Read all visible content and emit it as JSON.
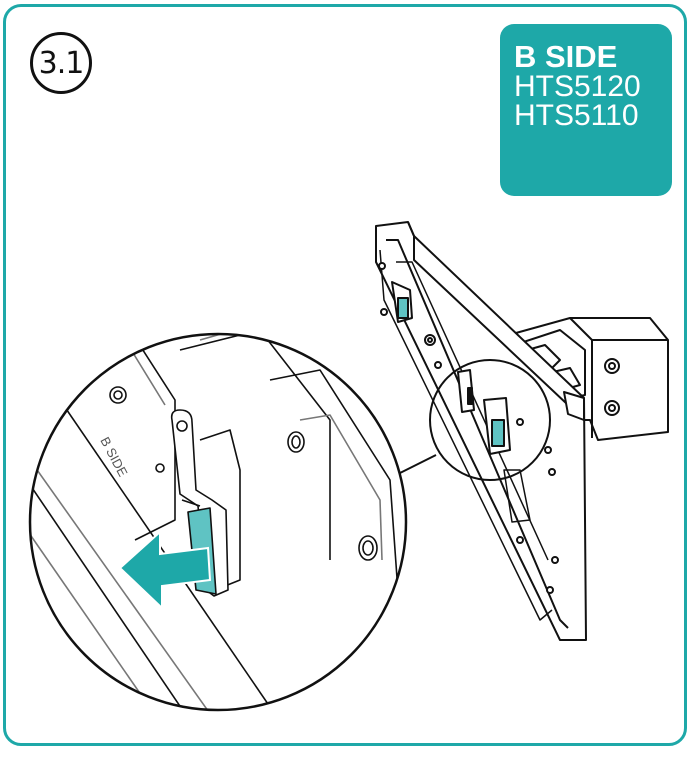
{
  "step": {
    "label": "3.1"
  },
  "side_box": {
    "title": "B SIDE",
    "models": [
      "HTS5120",
      "HTS5110"
    ]
  },
  "inset": {
    "plate_text": "B SIDE"
  },
  "colors": {
    "accent": "#1ea8a8",
    "line": "#111111",
    "bracket_fill": "#5fc3c3"
  },
  "icons": {
    "arrow": "arrow-left-icon",
    "magnifier": "detail-circle"
  }
}
